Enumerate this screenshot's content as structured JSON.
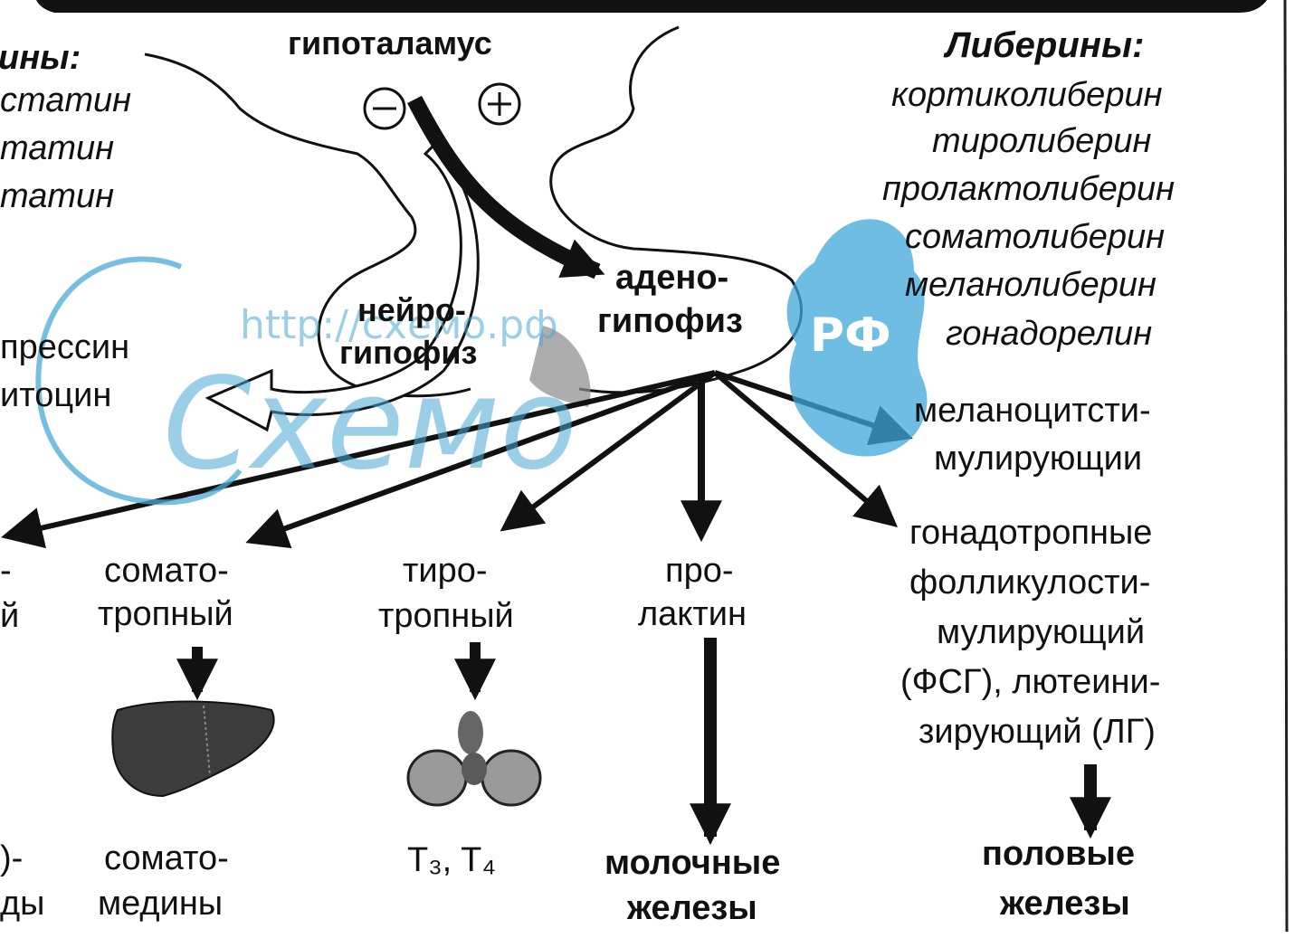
{
  "colors": {
    "ink": "#111111",
    "watermark": "#3fa7d9",
    "background": "#ffffff"
  },
  "header": {
    "hypothalamus": "гипоталамус",
    "minus_sign": "⊖",
    "plus_sign": "⊕"
  },
  "statins": {
    "title": "ины:",
    "items": [
      "статин",
      "татин",
      "татин"
    ]
  },
  "neuro": {
    "label_line1": "нейро-",
    "label_line2": "гипофиз",
    "hormones": [
      "прессин",
      "итоцин"
    ]
  },
  "adeno": {
    "label_line1": "адено-",
    "label_line2": "гипофиз"
  },
  "liberins": {
    "title": "Либерины:",
    "items": [
      "кортиколиберин",
      "тиролиберин",
      "пролактолиберин",
      "соматолиберин",
      "меланолиберин",
      "гонадорелин"
    ]
  },
  "melanocyte": {
    "line1": "меланоцитсти-",
    "line2": "мулирующии"
  },
  "gonadotropins": {
    "lines": [
      "гонадотропные",
      "фолликулости-",
      "мулирующий",
      "(ФСГ), лютеини-",
      "зирующий (ЛГ)"
    ]
  },
  "columns": {
    "left_partial": {
      "top1": "-",
      "top2": "й",
      "bottom1": ")-",
      "bottom2": "ды"
    },
    "somatotropic": {
      "top1": "сомато-",
      "top2": "тропный",
      "bottom1": "сомато-",
      "bottom2": "медины"
    },
    "thyrotropic": {
      "top1": "тиро-",
      "top2": "тропный",
      "bottom": "T₃, T₄"
    },
    "prolactin": {
      "top1": "про-",
      "top2": "лактин",
      "bottom1": "молочные",
      "bottom2": "железы"
    },
    "gonadal": {
      "bottom1": "половые",
      "bottom2": "железы"
    }
  },
  "watermark": {
    "url": "http://схемо.рф",
    "word": "Схемо",
    "rf": "РФ"
  }
}
